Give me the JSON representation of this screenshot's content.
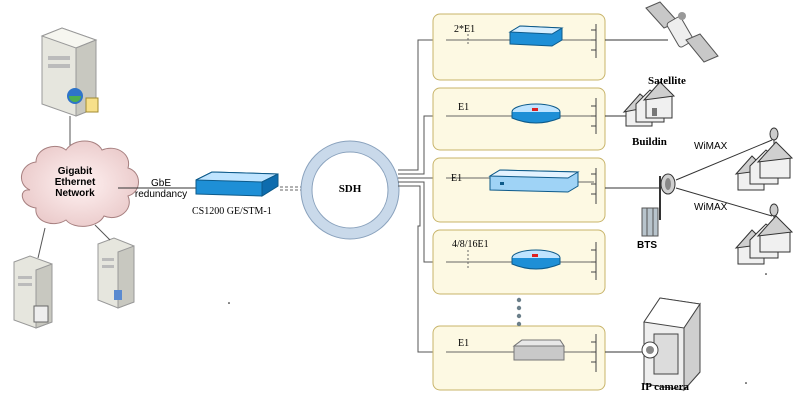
{
  "cloud_label": "Gigabit\nEthernet\nNetwork",
  "link_label": "GbE\nredundancy",
  "device_label": "CS1200 GE/STM-1",
  "ring_label": "SDH",
  "branches": [
    {
      "label": "2*E1"
    },
    {
      "label": "E1"
    },
    {
      "label": "E1"
    },
    {
      "label": "4/8/16E1"
    },
    {
      "label": "E1"
    }
  ],
  "endpoints": {
    "satellite": "Satellite",
    "building": "Buildin",
    "bts": "BTS",
    "wimax_top": "WiMAX",
    "wimax_bottom": "WiMAX",
    "ip_camera": "IP camera"
  },
  "colors": {
    "panel_fill": "#fdf9e3",
    "panel_border": "#c8b46a",
    "device_blue": "#1e8fd6",
    "ring_fill": "#c9d9ea"
  }
}
